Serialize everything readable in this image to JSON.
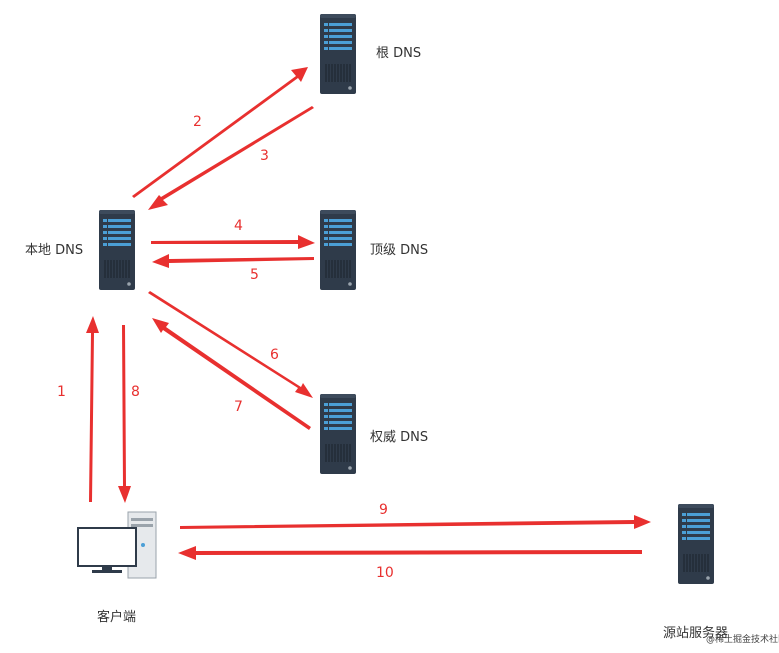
{
  "nodes": {
    "root_dns": "根 DNS",
    "local_dns": "本地 DNS",
    "tld_dns": "顶级 DNS",
    "auth_dns": "权威 DNS",
    "client": "客户端",
    "origin_server": "源站服务器"
  },
  "steps": [
    "1",
    "2",
    "3",
    "4",
    "5",
    "6",
    "7",
    "8",
    "9",
    "10"
  ],
  "watermark": "@稀土掘金技术社区",
  "colors": {
    "arrow": "#e8302f",
    "server_body": "#2f3b4a",
    "server_slot": "#4b9fd6"
  }
}
